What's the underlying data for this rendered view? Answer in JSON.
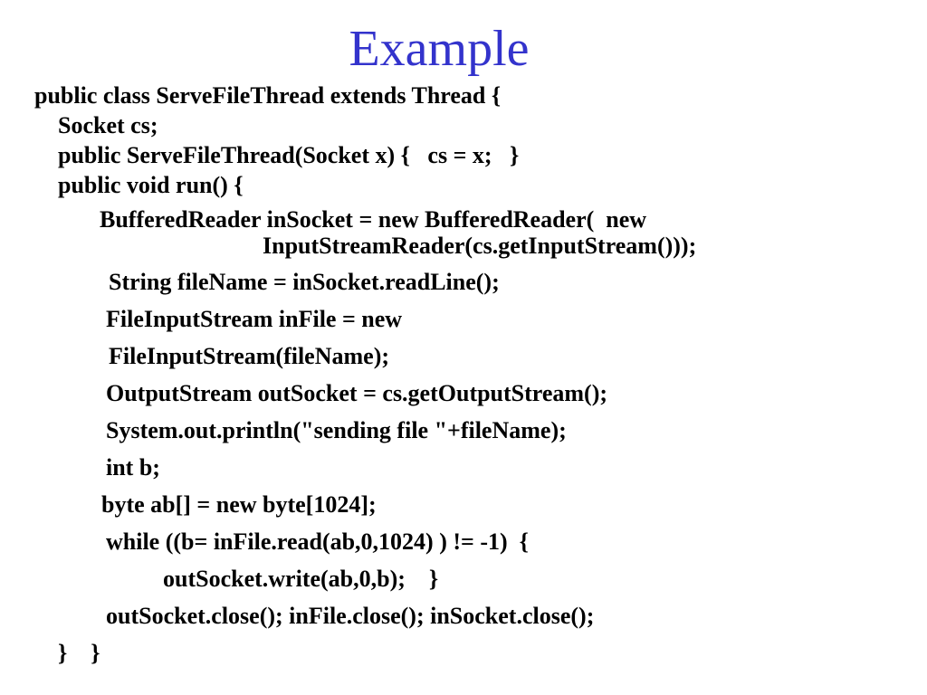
{
  "slide": {
    "title": "Example",
    "title_color": "#3333cc",
    "code_lines": [
      "public class ServeFileThread extends Thread {",
      "Socket cs;",
      "public ServeFileThread(Socket x) {   cs = x;   }",
      "public void run() {",
      "BufferedReader inSocket = new BufferedReader(  new",
      "InputStreamReader(cs.getInputStream()));",
      "String fileName = inSocket.readLine();",
      "FileInputStream inFile = new",
      "FileInputStream(fileName);",
      "OutputStream outSocket = cs.getOutputStream();",
      "System.out.println(\"sending file \"+fileName);",
      "int b;",
      "byte ab[] = new byte[1024];",
      "while ((b= inFile.read(ab,0,1024) ) != -1)  {",
      "outSocket.write(ab,0,b);    }",
      "outSocket.close(); inFile.close(); inSocket.close();",
      "}    }"
    ]
  }
}
